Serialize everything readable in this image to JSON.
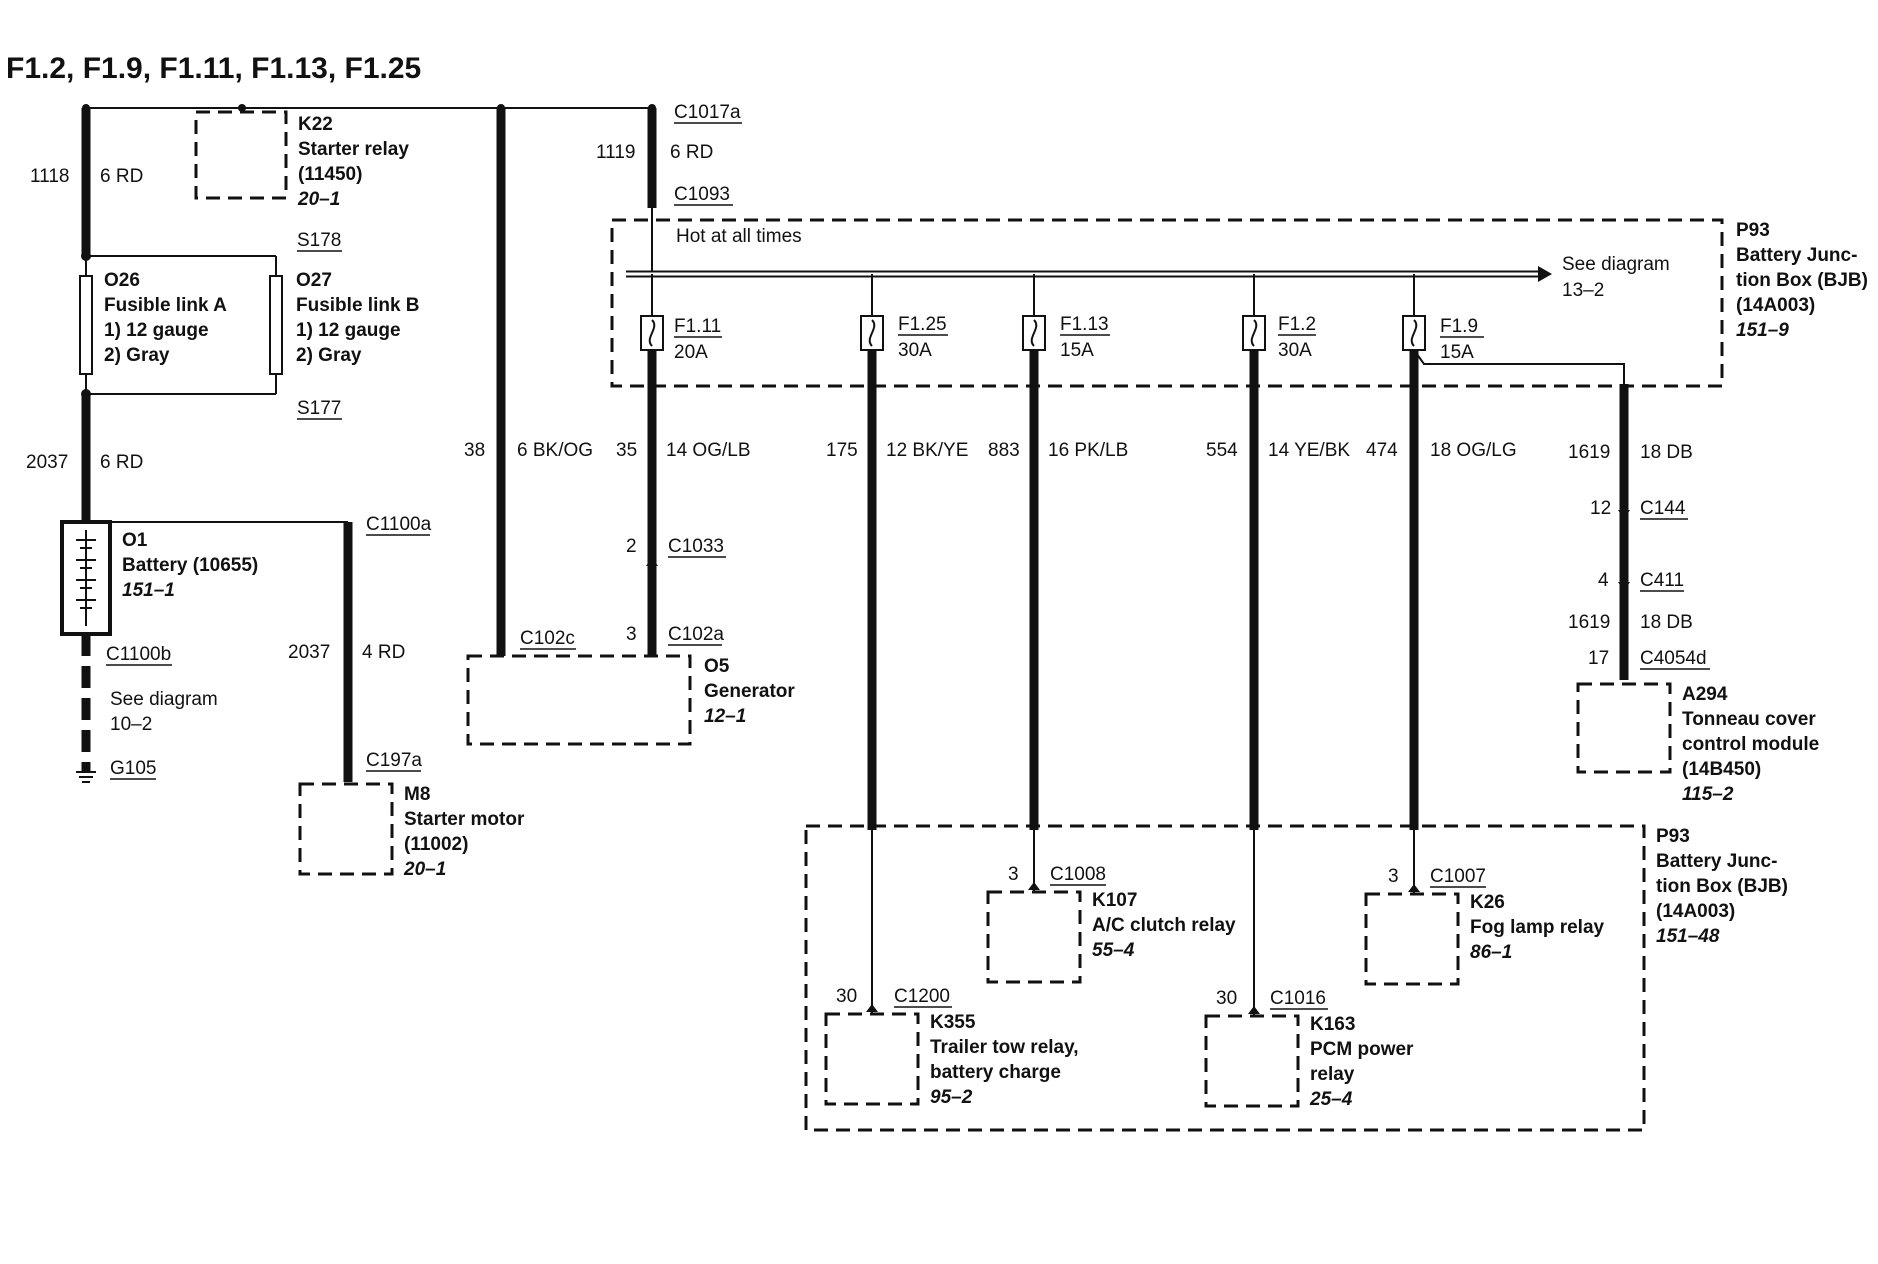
{
  "title": "F1.2, F1.9, F1.11, F1.13, F1.25",
  "hot_at_all_times": "Hot at all times",
  "see_diagram_main": {
    "line1": "See diagram",
    "line2": "13–2"
  },
  "p93_top": {
    "id": "P93",
    "line1": "Battery Junc-",
    "line2": "tion Box (BJB)",
    "part": "(14A003)",
    "ref": "151–9"
  },
  "p93_bottom": {
    "id": "P93",
    "line1": "Battery Junc-",
    "line2": "tion Box (BJB)",
    "part": "(14A003)",
    "ref": "151–48"
  },
  "k22": {
    "id": "K22",
    "name": "Starter relay",
    "part": "(11450)",
    "ref": "20–1"
  },
  "o26": {
    "id": "O26",
    "name": "Fusible link A",
    "spec1": "1)   12 gauge",
    "spec2": "2)   Gray"
  },
  "o27": {
    "id": "O27",
    "name": "Fusible link B",
    "spec1": "1)   12 gauge",
    "spec2": "2)   Gray"
  },
  "o1": {
    "id": "O1",
    "name": "Battery (10655)",
    "ref": "151–1"
  },
  "m8": {
    "id": "M8",
    "name": "Starter motor",
    "part": "(11002)",
    "ref": "20–1"
  },
  "o5": {
    "id": "O5",
    "name": "Generator",
    "ref": "12–1"
  },
  "a294": {
    "id": "A294",
    "line1": "Tonneau cover",
    "line2": "control module",
    "part": "(14B450)",
    "ref": "115–2"
  },
  "k355": {
    "id": "K355",
    "line1": "Trailer tow relay,",
    "line2": "battery charge",
    "ref": "95–2"
  },
  "k107": {
    "id": "K107",
    "name": "A/C clutch relay",
    "ref": "55–4"
  },
  "k163": {
    "id": "K163",
    "line1": "PCM power",
    "line2": "relay",
    "ref": "25–4"
  },
  "k26": {
    "id": "K26",
    "name": "Fog lamp relay",
    "ref": "86–1"
  },
  "ground_see_diagram": {
    "line1": "See diagram",
    "line2": "10–2"
  },
  "splices": {
    "s178": "S178",
    "s177": "S177",
    "g105": "G105"
  },
  "connectors": {
    "c1017a": "C1017a",
    "c1093": "C1093",
    "c1100a": "C1100a",
    "c1100b": "C1100b",
    "c197a": "C197a",
    "c102c": "C102c",
    "c102a": "C102a",
    "c1033": "C1033",
    "c144": "C144",
    "c411": "C411",
    "c4054d": "C4054d",
    "c1008": "C1008",
    "c1007": "C1007",
    "c1200": "C1200",
    "c1016": "C1016"
  },
  "pins": {
    "c1033": "2",
    "c102a": "3",
    "c144": "12",
    "c411": "4",
    "c4054d": "17",
    "c1008": "3",
    "c1007": "3",
    "c1200": "30",
    "c1016": "30"
  },
  "fuses": [
    {
      "name": "F1.11",
      "rating": "20A"
    },
    {
      "name": "F1.25",
      "rating": "30A"
    },
    {
      "name": "F1.13",
      "rating": "15A"
    },
    {
      "name": "F1.2",
      "rating": "30A"
    },
    {
      "name": "F1.9",
      "rating": "15A"
    }
  ],
  "wires": {
    "w1118": {
      "circuit": "1118",
      "spec": "6 RD"
    },
    "w1119": {
      "circuit": "1119",
      "spec": "6 RD"
    },
    "w2037a": {
      "circuit": "2037",
      "spec": "6 RD"
    },
    "w2037b": {
      "circuit": "2037",
      "spec": "4 RD"
    },
    "w38": {
      "circuit": "38",
      "spec": "6 BK/OG"
    },
    "w35": {
      "circuit": "35",
      "spec": "14 OG/LB"
    },
    "w175": {
      "circuit": "175",
      "spec": "12 BK/YE"
    },
    "w883": {
      "circuit": "883",
      "spec": "16 PK/LB"
    },
    "w554": {
      "circuit": "554",
      "spec": "14 YE/BK"
    },
    "w474": {
      "circuit": "474",
      "spec": "18 OG/LG"
    },
    "w1619a": {
      "circuit": "1619",
      "spec": "18 DB"
    },
    "w1619b": {
      "circuit": "1619",
      "spec": "18 DB"
    }
  }
}
